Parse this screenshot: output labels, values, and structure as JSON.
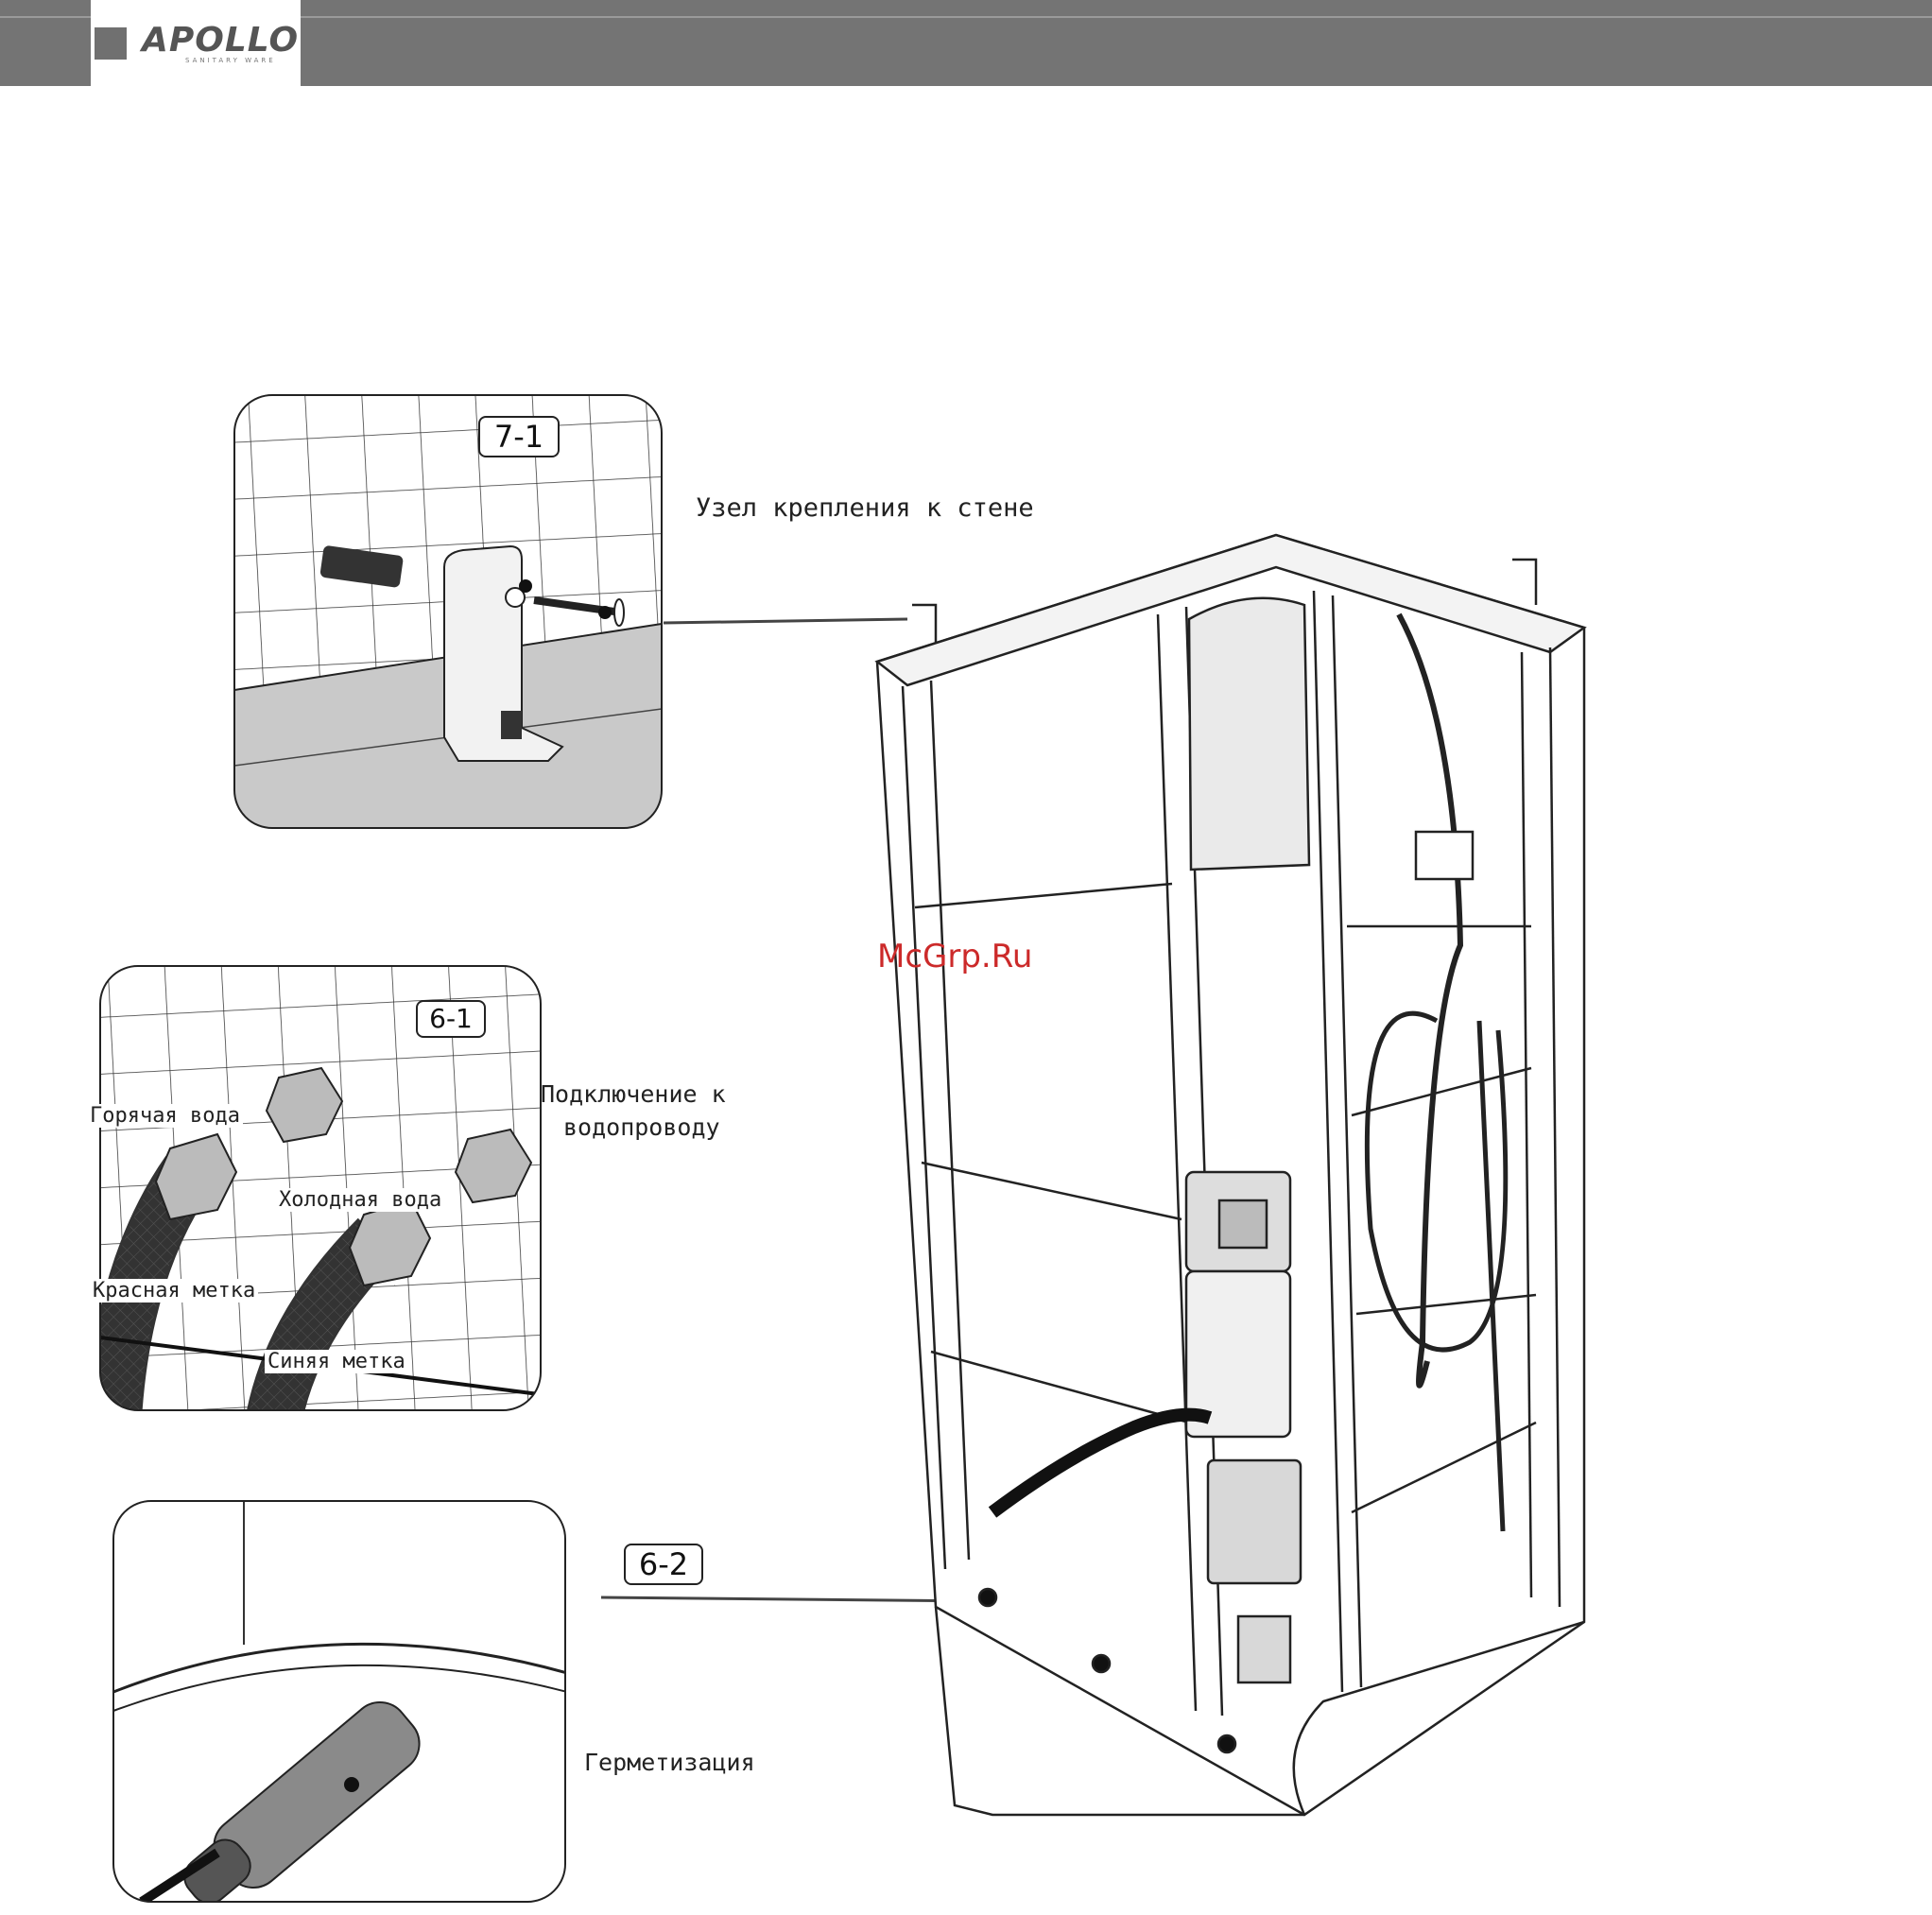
{
  "header": {
    "brand": "APOLLO",
    "brand_sub": "SANITARY WARE",
    "bar_color": "#747474"
  },
  "watermark": {
    "text": "McGrp.Ru",
    "color": "#cc2a2a"
  },
  "steps": {
    "step_7_1": "7-1",
    "step_6_1": "6-1",
    "step_6_2": "6-2"
  },
  "labels": {
    "wall_mount": "Узел крепления к стене",
    "water_connection_line1": "Подключение к",
    "water_connection_line2": "водопроводу",
    "hot_water": "Горячая вода",
    "cold_water": "Холодная вода",
    "red_mark": "Красная метка",
    "blue_mark": "Синяя метка",
    "sealing": "Герметизация"
  },
  "icons": {
    "logo": "apollo-logo-icon",
    "bracket": "wall-bracket-icon",
    "hose": "water-hose-icon",
    "sealant": "sealant-gun-icon",
    "cabin": "shower-cabin-icon"
  }
}
